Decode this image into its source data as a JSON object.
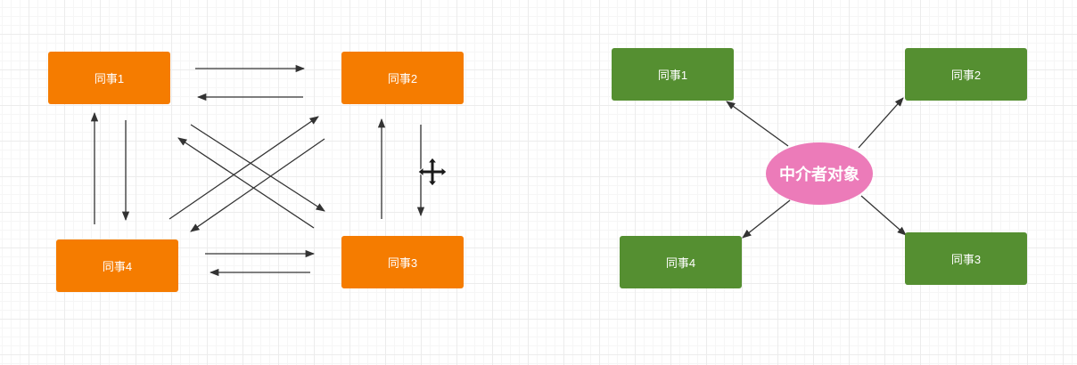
{
  "colors": {
    "left_node": "#f57c00",
    "right_node": "#558f31",
    "mediator": "#ec7bb9",
    "arrow": "#333333"
  },
  "left_diagram": {
    "nodes": [
      {
        "id": "c1",
        "label": "同事1"
      },
      {
        "id": "c2",
        "label": "同事2"
      },
      {
        "id": "c3",
        "label": "同事3"
      },
      {
        "id": "c4",
        "label": "同事4"
      }
    ]
  },
  "right_diagram": {
    "mediator": "中介者对象",
    "nodes": [
      {
        "id": "c1",
        "label": "同事1"
      },
      {
        "id": "c2",
        "label": "同事2"
      },
      {
        "id": "c3",
        "label": "同事3"
      },
      {
        "id": "c4",
        "label": "同事4"
      }
    ]
  },
  "cursor": {
    "icon": "move-cursor-icon"
  }
}
